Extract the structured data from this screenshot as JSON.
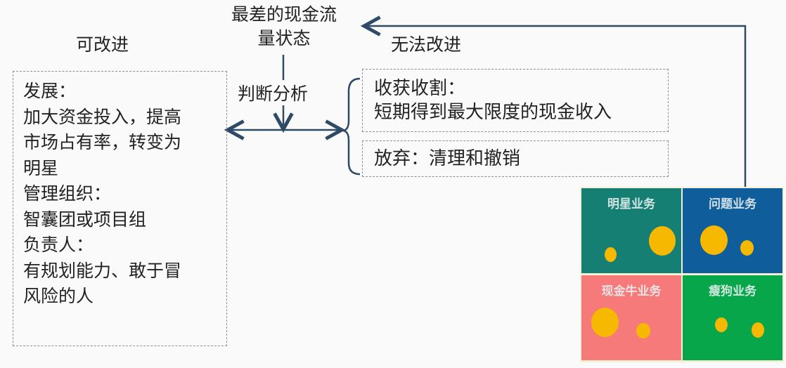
{
  "top_title": [
    "最差的现金流",
    "量状态"
  ],
  "left_heading": "可改进",
  "right_heading": "无法改进",
  "center_label": "判断分析",
  "left_box": [
    "发展：",
    "加大资金投入，提高",
    "市场占有率，转变为",
    "明星",
    "管理组织：",
    "智囊团或项目组",
    "负责人：",
    "有规划能力、敢于冒",
    "风险的人"
  ],
  "right_boxes": [
    [
      "收获收割：",
      "短期得到最大限度的现金收入"
    ],
    [
      "放弃：清理和撤销"
    ]
  ],
  "matrix": [
    {
      "label": "明星业务",
      "color": "#167f74"
    },
    {
      "label": "问题业务",
      "color": "#0f5d9b"
    },
    {
      "label": "现金牛业务",
      "color": "#f77a7a"
    },
    {
      "label": "瘦狗业务",
      "color": "#07a64a"
    }
  ]
}
